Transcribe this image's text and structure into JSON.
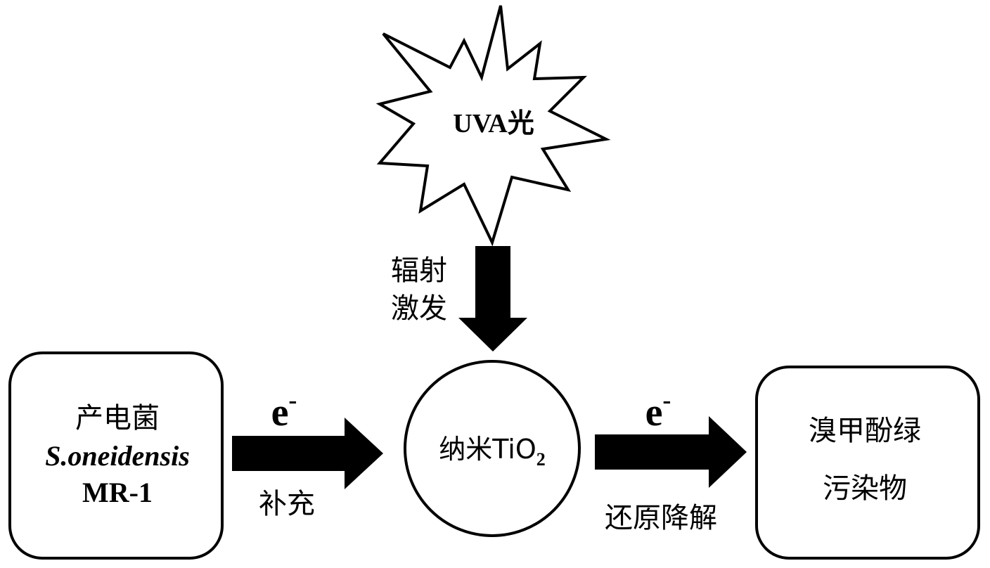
{
  "light": {
    "label": "UVA光"
  },
  "excite": {
    "line1": "辐射",
    "line2": "激发"
  },
  "source": {
    "line1": "产电菌",
    "line2": "S.oneidensis",
    "line3": "MR-1"
  },
  "center": {
    "label_prefix": "纳米TiO",
    "label_sub": "2"
  },
  "target": {
    "line1": "溴甲酚绿",
    "line2": "污染物"
  },
  "left_arrow": {
    "electron": "e",
    "charge": "-",
    "caption": "补充"
  },
  "right_arrow": {
    "electron": "e",
    "charge": "-",
    "caption": "还原降解"
  }
}
